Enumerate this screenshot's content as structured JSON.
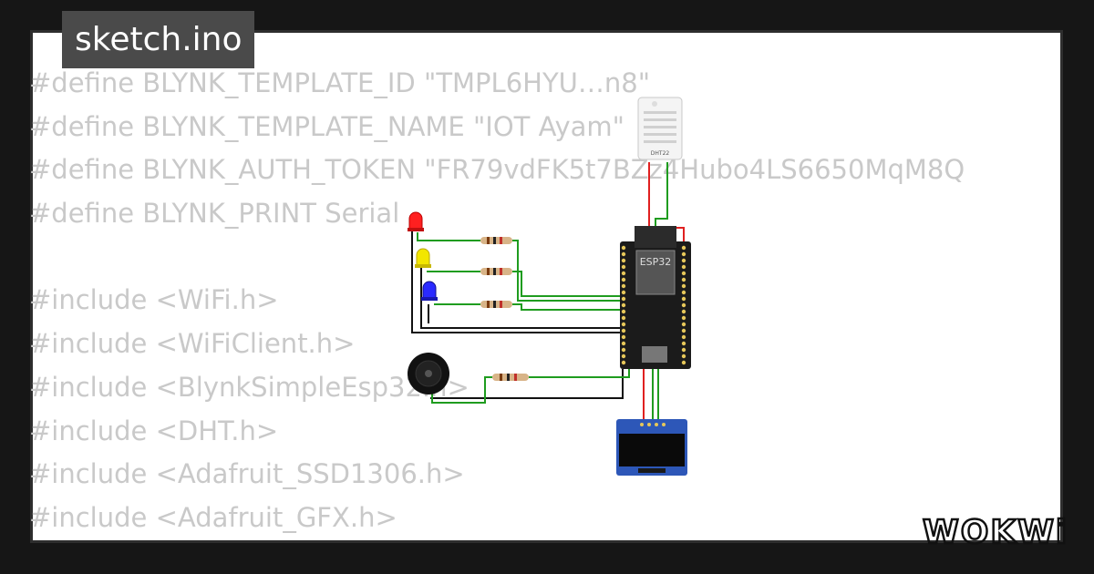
{
  "file_tab": {
    "label": "sketch.ino"
  },
  "code_lines": [
    "#define BLYNK_TEMPLATE_ID \"TMPL6HYU…n8\"",
    "#define BLYNK_TEMPLATE_NAME \"IOT Ayam\"",
    "#define BLYNK_AUTH_TOKEN \"FR79vdFK5t7BZz4Hubo4LS6650MqM8Q",
    "#define BLYNK_PRINT Serial",
    "",
    "#include <WiFi.h>",
    "#include <WiFiClient.h>",
    "#include <BlynkSimpleEsp32.h>",
    "#include <DHT.h>",
    "#include <Adafruit_SSD1306.h>",
    "#include <Adafruit_GFX.h>"
  ],
  "diagram": {
    "esp32_label": "ESP32",
    "dht_label": "DHT22",
    "colors": {
      "led_red": "#ff2020",
      "led_yellow": "#f2e600",
      "led_blue": "#2a2aff",
      "wire_green": "#1f9c1f",
      "wire_red": "#e02020",
      "wire_black": "#111111",
      "board": "#1b1b1b",
      "oled_blue": "#2d57b8"
    }
  },
  "brand": {
    "logo": "WOKWi"
  }
}
